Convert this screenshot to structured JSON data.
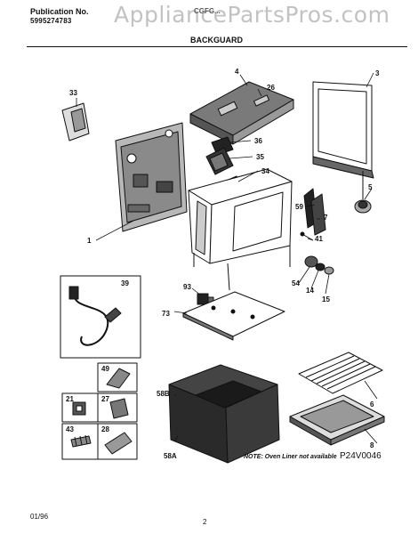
{
  "header": {
    "publication_label": "Publication No.",
    "publication_number": "5995274783",
    "model": "CGFG...",
    "section_title": "BACKGUARD"
  },
  "watermark": "AppliancePartsPros.com",
  "callouts": {
    "c33": "33",
    "c4": "4",
    "c26": "26",
    "c3": "3",
    "c36": "36",
    "c35": "35",
    "c34": "34",
    "c1": "1",
    "c5": "5",
    "c59": "59",
    "c7": "7",
    "c41": "41",
    "c54": "54",
    "c14": "14",
    "c15": "15",
    "c39": "39",
    "c93": "93",
    "c73": "73",
    "c49": "49",
    "c21": "21",
    "c27": "27",
    "c43": "43",
    "c28": "28",
    "c58B": "58B",
    "c58A": "58A",
    "c6": "6",
    "c8": "8"
  },
  "note": "NOTE: Oven Liner not available",
  "doc_id": "P24V0046",
  "footer": {
    "date": "01/96",
    "page": "2"
  }
}
